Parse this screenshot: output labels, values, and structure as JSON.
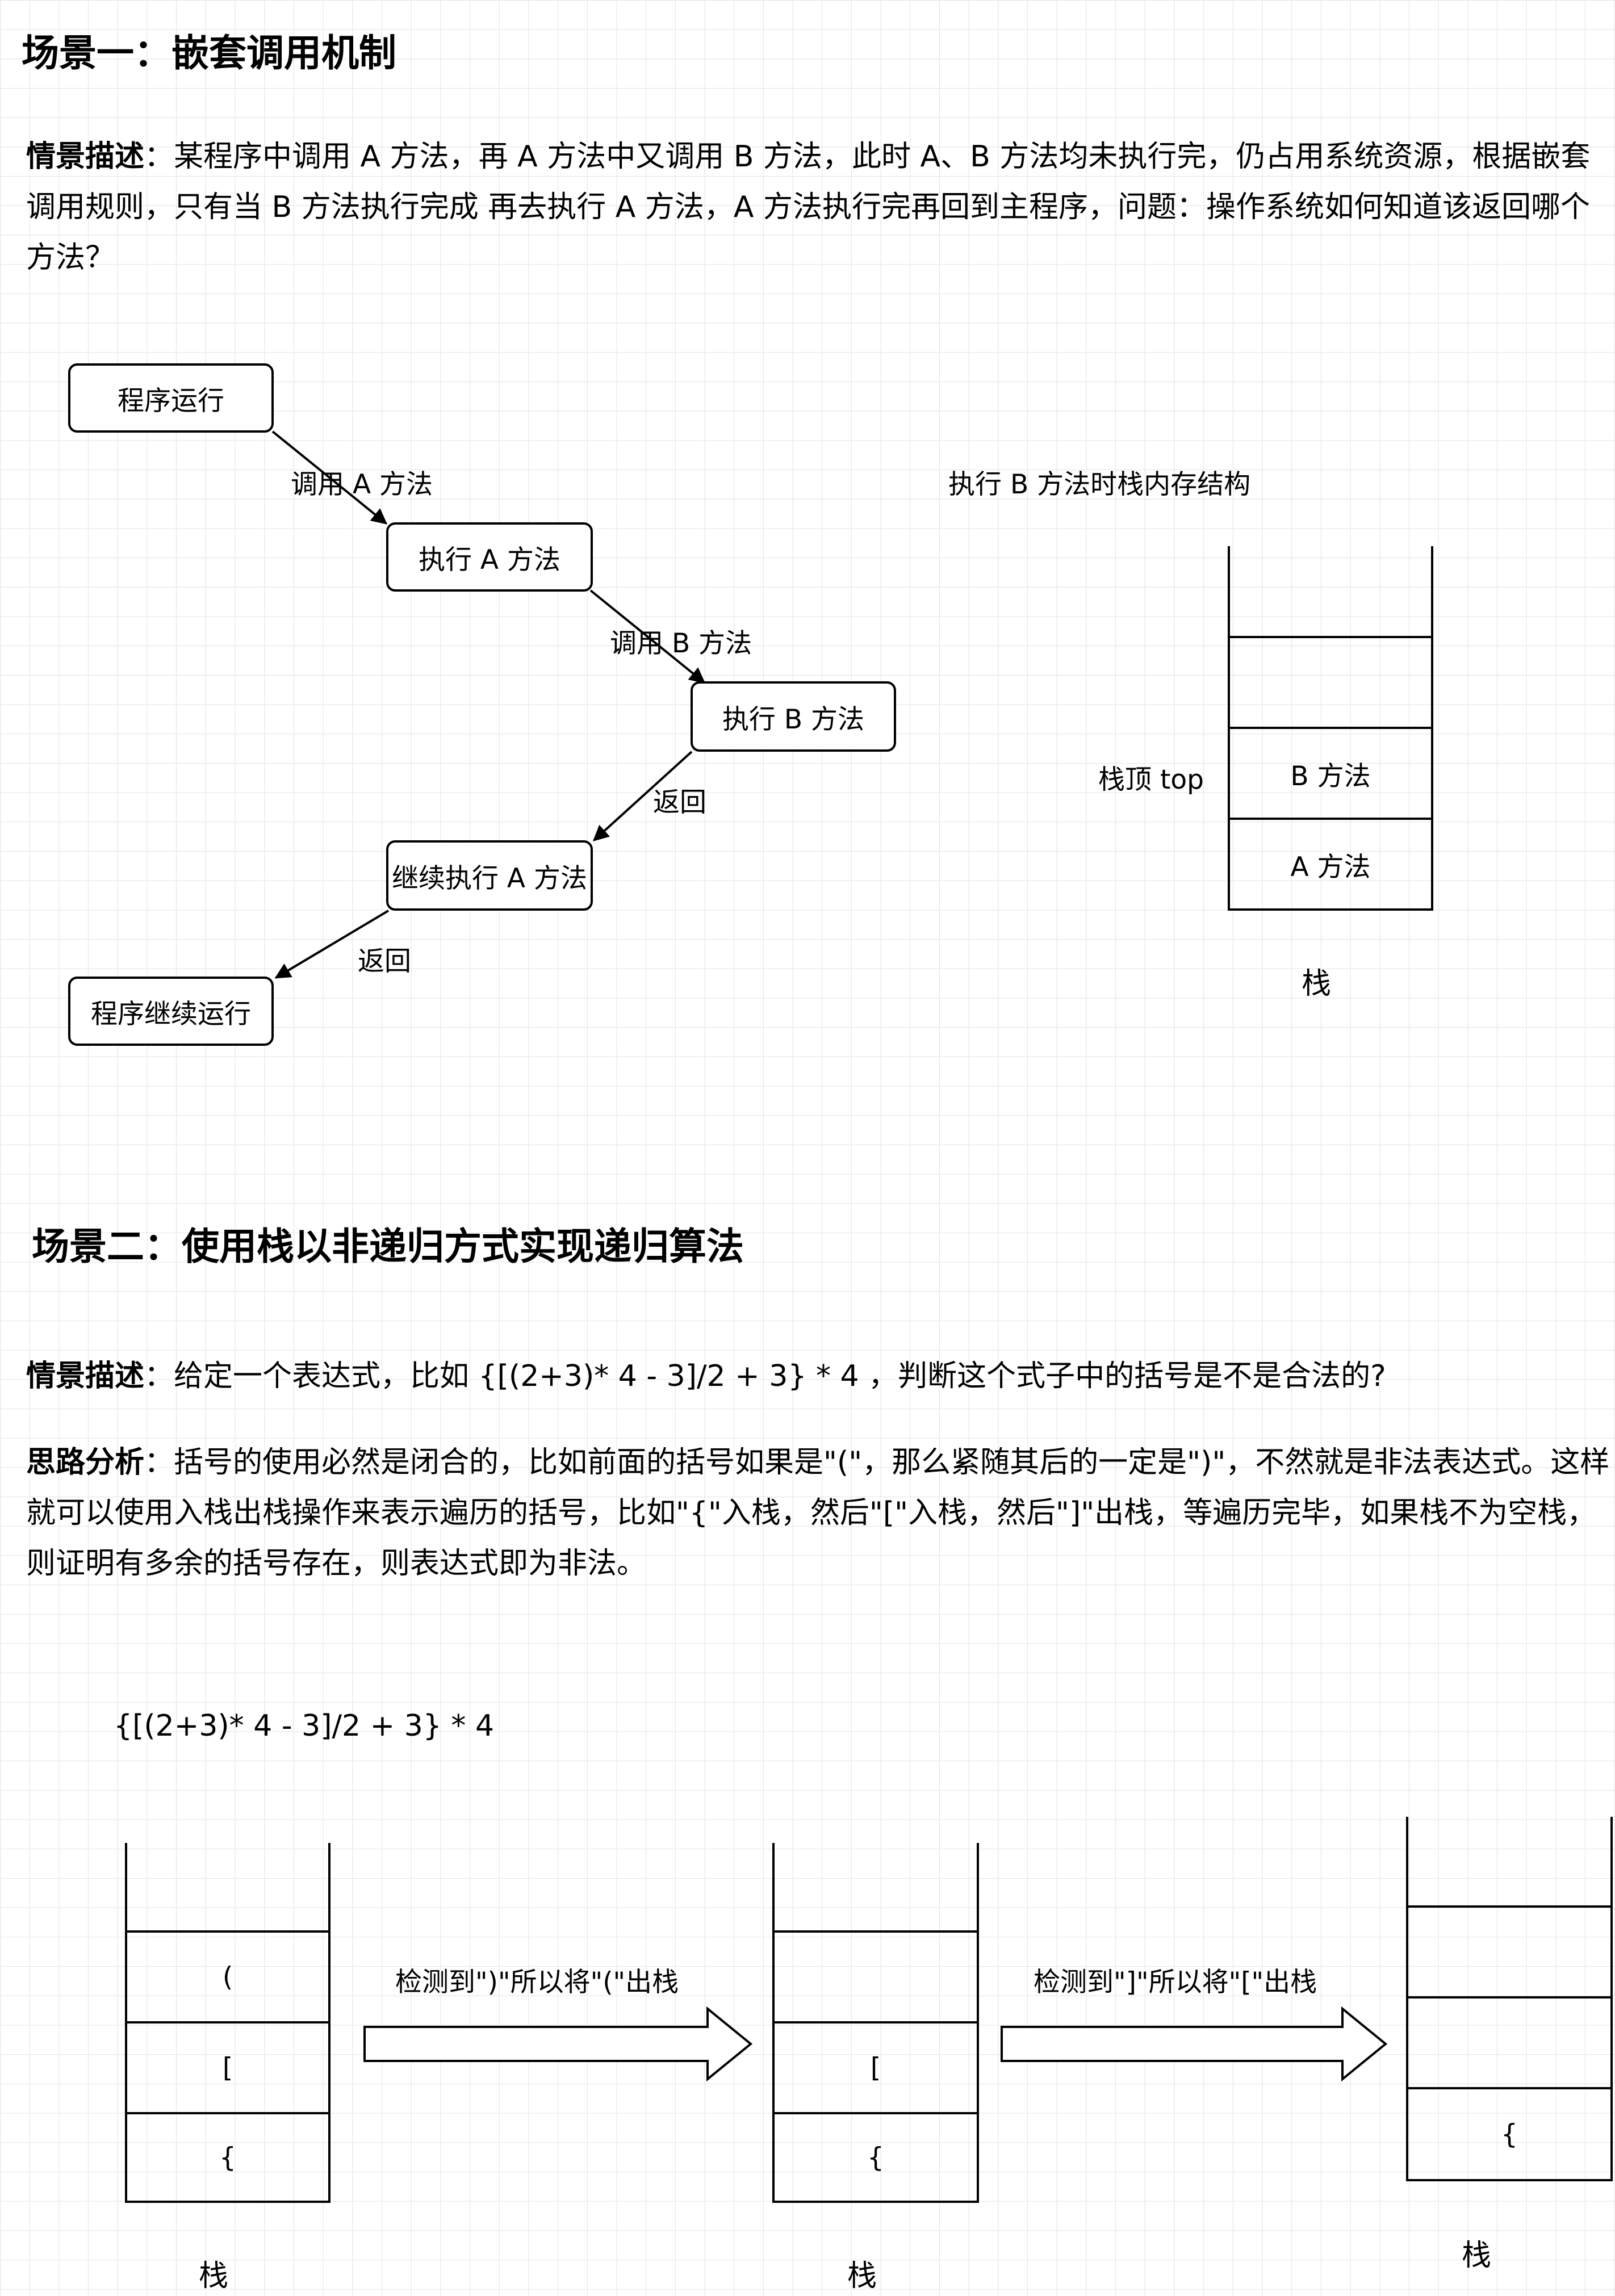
{
  "scene1": {
    "title": "场景一：嵌套调用机制",
    "desc_label": "情景描述",
    "desc_text": "：某程序中调用 A 方法，再 A 方法中又调用 B 方法，此时 A、B 方法均未执行完，仍占用系统资源，根据嵌套调用规则，只有当 B 方法执行完成 再去执行 A 方法，A 方法执行完再回到主程序，问题：操作系统如何知道该返回哪个方法？",
    "flow": {
      "nodes": [
        "程序运行",
        "执行 A 方法",
        "执行 B 方法",
        "继续执行 A 方法",
        "程序继续运行"
      ],
      "edges": [
        "调用 A 方法",
        "调用 B 方法",
        "返回",
        "返回"
      ]
    },
    "stack_title": "执行 B 方法时栈内存结构",
    "stack_top_label": "栈顶 top",
    "stack_cells": [
      "",
      "",
      "B 方法",
      "A 方法"
    ],
    "stack_caption": "栈"
  },
  "scene2": {
    "title": "场景二：使用栈以非递归方式实现递归算法",
    "desc_label": "情景描述",
    "desc_text": "：给定一个表达式，比如 {[(2+3)* 4 - 3]/2 + 3} * 4 ，判断这个式子中的括号是不是合法的?",
    "analysis_label": "思路分析",
    "analysis_text": "：括号的使用必然是闭合的，比如前面的括号如果是\"(\"，那么紧随其后的一定是\")\"，不然就是非法表达式。这样就可以使用入栈出栈操作来表示遍历的括号，比如\"{\"入栈，然后\"[\"入栈，然后\"]\"出栈，等遍历完毕，如果栈不为空栈，则证明有多余的括号存在，则表达式即为非法。",
    "expression": "{[(2+3)* 4 - 3]/2 + 3} * 4",
    "stacks": [
      {
        "cells": [
          "",
          "(",
          "[",
          "{"
        ],
        "caption": "栈"
      },
      {
        "cells": [
          "",
          "",
          "[",
          "{"
        ],
        "caption": "栈"
      },
      {
        "cells": [
          "",
          "",
          "{"
        ],
        "caption": "栈"
      }
    ],
    "arrows": [
      "检测到\")\"所以将\"(\"出栈",
      "检测到\"]\"所以将\"[\"出栈"
    ]
  }
}
